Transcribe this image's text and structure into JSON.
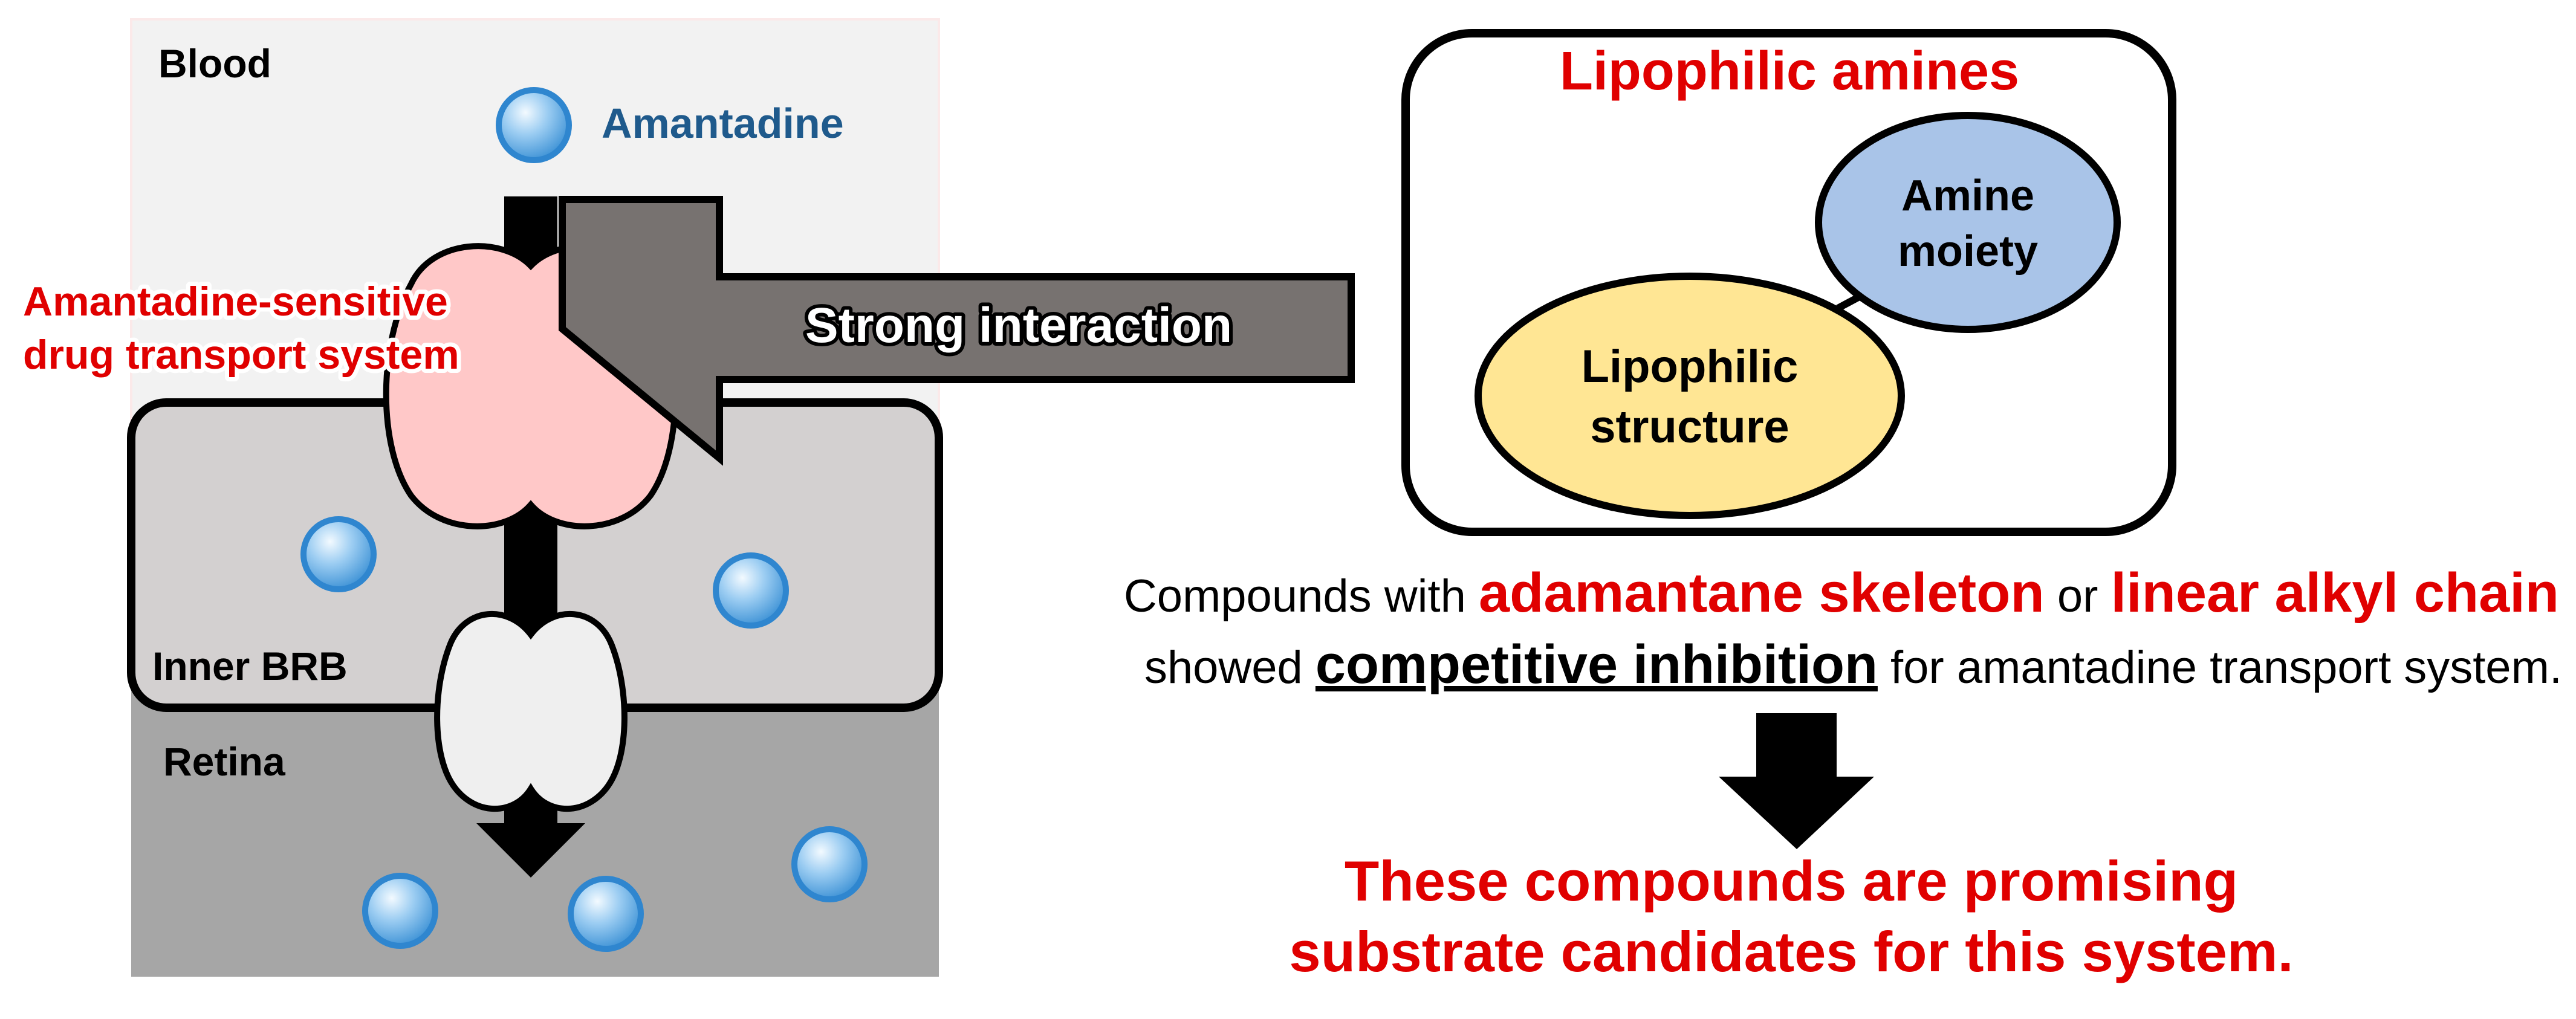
{
  "colors": {
    "red": "#E00000",
    "blue_text": "#1F5A8C",
    "blood_bg": "#F2F2F2",
    "brb_fill": "#D3D0D0",
    "retina_bg": "#A6A6A6",
    "transporter_pink": "#FFC8C8",
    "transporter_white": "#EFEFEF",
    "arrow_gray": "#777270",
    "amine_blue": "#A9C4E8",
    "lipophilic_yellow": "#FFE694",
    "molecule_blue": "#4A9FDB"
  },
  "icons": {
    "molecule": "amantadine-molecule-icon",
    "arrow": "arrow-icon"
  },
  "left_panel": {
    "blood_label": "Blood",
    "amantadine_label": "Amantadine",
    "transporter_label_line1": "Amantadine-sensitive",
    "transporter_label_line2": "drug transport system",
    "inner_brb_label": "Inner BRB",
    "retina_label": "Retina"
  },
  "arrow": {
    "label": "Strong interaction"
  },
  "lipophilic_box": {
    "title": "Lipophilic amines",
    "amine_line1": "Amine",
    "amine_line2": "moiety",
    "lipophilic_line1": "Lipophilic",
    "lipophilic_line2": "structure"
  },
  "statement": {
    "line1_prefix": "Compounds with ",
    "line1_highlight1": "adamantane skeleton",
    "line1_middle": " or ",
    "line1_highlight2": "linear alkyl chain",
    "line2_prefix": "showed ",
    "line2_emphasis": "competitive inhibition",
    "line2_suffix": " for amantadine transport system."
  },
  "conclusion": {
    "line1": "These compounds are promising",
    "line2": "substrate candidates for this system."
  }
}
